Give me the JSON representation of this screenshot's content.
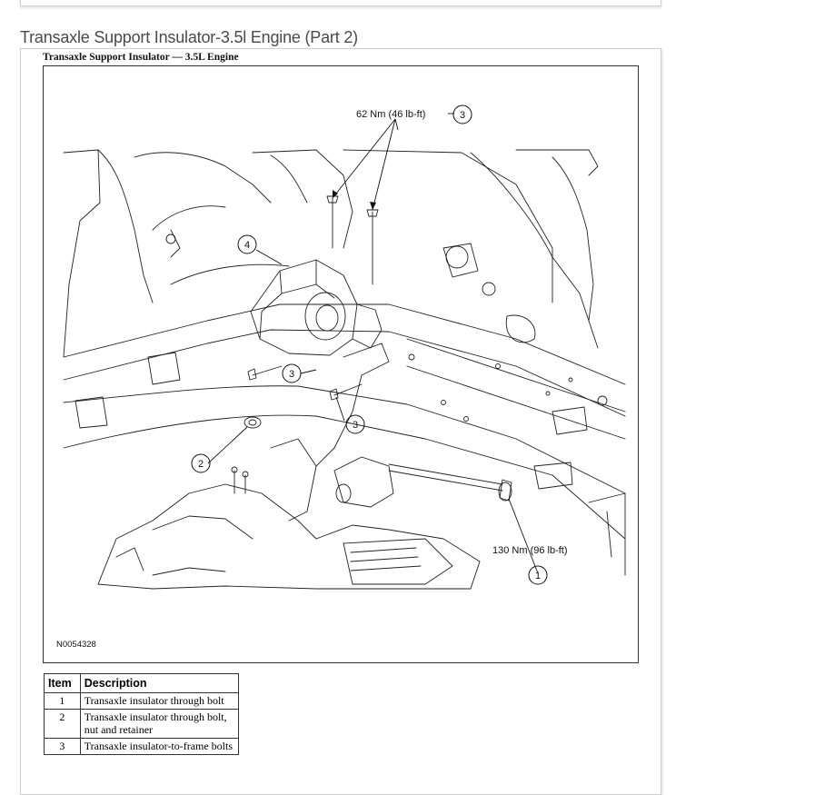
{
  "page": {
    "title": "Transaxle Support Insulator-3.5l Engine (Part 2)"
  },
  "figure": {
    "caption": "Transaxle Support Insulator — 3.5L Engine",
    "id": "N0054328",
    "callouts": [
      {
        "num": "3",
        "label": "62 Nm (46 lb-ft)"
      },
      {
        "num": "4",
        "label": ""
      },
      {
        "num": "3",
        "label": ""
      },
      {
        "num": "3",
        "label": ""
      },
      {
        "num": "2",
        "label": ""
      },
      {
        "num": "1",
        "label": "130 Nm (96 lb-ft)"
      }
    ]
  },
  "legend": {
    "headers": {
      "item": "Item",
      "description": "Description"
    },
    "rows": [
      {
        "item": "1",
        "description": "Transaxle insulator through bolt"
      },
      {
        "item": "2",
        "description": "Transaxle insulator through bolt, nut and retainer"
      },
      {
        "item": "3",
        "description": "Transaxle insulator-to-frame bolts"
      }
    ]
  }
}
